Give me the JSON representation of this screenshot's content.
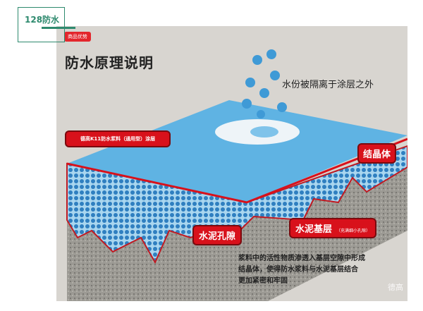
{
  "header": {
    "label": "128防水"
  },
  "figure": {
    "badge": "商品优势",
    "title": "防水原理说明",
    "water_note": "水份被隔离于涂层之外",
    "coating_label": "德高K11防水浆料（通用型）涂层",
    "crystal_label": "结晶体",
    "pore_label": "水泥孔隙",
    "base_label": "水泥基层",
    "base_sublabel": "（充满细小孔隙）",
    "description": [
      "浆料中的活性物质渗透入基层空隙中形成",
      "结晶体，使得防水浆料与水泥基层结合",
      "更加紧密和牢固"
    ],
    "watermark": "德高"
  },
  "colors": {
    "accent": "#2e8a6e",
    "red": "#d8111b",
    "water": "#3f9ad6"
  }
}
